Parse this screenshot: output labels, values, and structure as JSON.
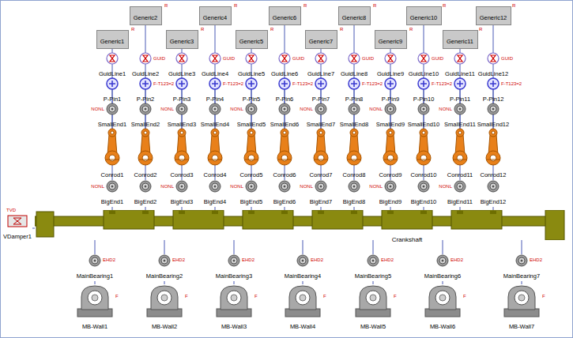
{
  "diagram": {
    "nodes": [
      {
        "text": [
          "Generic1"
        ]
      },
      {
        "text": [
          "Generic2"
        ]
      },
      {
        "text": [
          "Generic3"
        ]
      },
      {
        "text": [
          "Generic4"
        ]
      },
      {
        "text": [
          "Generic5"
        ]
      },
      {
        "text": [
          "Generic6"
        ]
      },
      {
        "text": [
          "Generic7"
        ]
      },
      {
        "text": [
          "Generic8"
        ]
      },
      {
        "text": [
          "Generic9"
        ]
      },
      {
        "text": [
          "Generic10"
        ]
      },
      {
        "text": [
          "Generic11"
        ]
      },
      {
        "text": [
          "Generic12"
        ]
      },
      {
        "text": [
          "GuidLine1"
        ]
      },
      {
        "text": [
          "GuidLine2"
        ]
      },
      {
        "text": [
          "GuidLine3"
        ]
      },
      {
        "text": [
          "GuidLine4"
        ]
      },
      {
        "text": [
          "GuidLine5"
        ]
      },
      {
        "text": [
          "GuidLine6"
        ]
      },
      {
        "text": [
          "GuidLine7"
        ]
      },
      {
        "text": [
          "GuidLine8"
        ]
      },
      {
        "text": [
          "GuidLine9"
        ]
      },
      {
        "text": [
          "GuidLine10"
        ]
      },
      {
        "text": [
          "GuidLine11"
        ]
      },
      {
        "text": [
          "GuidLine12"
        ]
      },
      {
        "text": [
          "P-Pin1"
        ]
      },
      {
        "text": [
          "P-Pin2"
        ]
      },
      {
        "text": [
          "P-Pin3"
        ]
      },
      {
        "text": [
          "P-Pin4"
        ]
      },
      {
        "text": [
          "P-Pin5"
        ]
      },
      {
        "text": [
          "P-Pin6"
        ]
      },
      {
        "text": [
          "P-Pin7"
        ]
      },
      {
        "text": [
          "P-Pin8"
        ]
      },
      {
        "text": [
          "P-Pin9"
        ]
      },
      {
        "text": [
          "P-Pin10"
        ]
      },
      {
        "text": [
          "P-Pin11"
        ]
      },
      {
        "text": [
          "P-Pin12"
        ]
      },
      {
        "text": [
          "SmallEnd1"
        ]
      },
      {
        "text": [
          "SmallEnd2"
        ]
      },
      {
        "text": [
          "SmallEnd3"
        ]
      },
      {
        "text": [
          "SmallEnd4"
        ]
      },
      {
        "text": [
          "SmallEnd5"
        ]
      },
      {
        "text": [
          "SmallEnd6"
        ]
      },
      {
        "text": [
          "SmallEnd7"
        ]
      },
      {
        "text": [
          "SmallEnd8"
        ]
      },
      {
        "text": [
          "SmallEnd9"
        ]
      },
      {
        "text": [
          "SmallEnd10"
        ]
      },
      {
        "text": [
          "SmallEnd11"
        ]
      },
      {
        "text": [
          "SmallEnd12"
        ]
      },
      {
        "text": [
          "Conrod1"
        ]
      },
      {
        "text": [
          "Conrod2"
        ]
      },
      {
        "text": [
          "Conrod3"
        ]
      },
      {
        "text": [
          "Conrod4"
        ]
      },
      {
        "text": [
          "Conrod5"
        ]
      },
      {
        "text": [
          "Conrod6"
        ]
      },
      {
        "text": [
          "Conrod7"
        ]
      },
      {
        "text": [
          "Conrod8"
        ]
      },
      {
        "text": [
          "Conrod9"
        ]
      },
      {
        "text": [
          "Conrod10"
        ]
      },
      {
        "text": [
          "Conrod11"
        ]
      },
      {
        "text": [
          "Conrod12"
        ]
      },
      {
        "text": [
          "BigEnd1"
        ]
      },
      {
        "text": [
          "BigEnd2"
        ]
      },
      {
        "text": [
          "BigEnd3"
        ]
      },
      {
        "text": [
          "BigEnd4"
        ]
      },
      {
        "text": [
          "BigEnd5"
        ]
      },
      {
        "text": [
          "BigEnd6"
        ]
      },
      {
        "text": [
          "BigEnd7"
        ]
      },
      {
        "text": [
          "BigEnd8"
        ]
      },
      {
        "text": [
          "BigEnd9"
        ]
      },
      {
        "text": [
          "BigEnd10"
        ]
      },
      {
        "text": [
          "BigEnd11"
        ]
      },
      {
        "text": [
          "BigEnd12"
        ]
      },
      {
        "text": [
          "VDamper1"
        ]
      },
      {
        "text": [
          "Crankshaft"
        ]
      },
      {
        "text": [
          "MainBearing1"
        ]
      },
      {
        "text": [
          "MainBearing2"
        ]
      },
      {
        "text": [
          "MainBearing3"
        ]
      },
      {
        "text": [
          "MainBearing4"
        ]
      },
      {
        "text": [
          "MainBearing5"
        ]
      },
      {
        "text": [
          "MainBearing6"
        ]
      },
      {
        "text": [
          "MainBearing7"
        ]
      },
      {
        "text": [
          "MB-Wall1"
        ]
      },
      {
        "text": [
          "MB-Wall2"
        ]
      },
      {
        "text": [
          "MB-Wall3"
        ]
      },
      {
        "text": [
          "MB-Wall4"
        ]
      },
      {
        "text": [
          "MB-Wall5"
        ]
      },
      {
        "text": [
          "MB-Wall6"
        ]
      },
      {
        "text": [
          "MB-Wall7"
        ]
      }
    ],
    "edges": [
      {
        "from": 0,
        "to": 12,
        "arrow": "none"
      },
      {
        "from": 12,
        "to": 24,
        "arrow": "none"
      },
      {
        "from": 24,
        "to": 36,
        "arrow": "none"
      },
      {
        "from": 36,
        "to": 48,
        "arrow": "none"
      },
      {
        "from": 48,
        "to": 60,
        "arrow": "none"
      },
      {
        "from": 60,
        "to": 73,
        "arrow": "none"
      },
      {
        "from": 1,
        "to": 13,
        "arrow": "none"
      },
      {
        "from": 13,
        "to": 25,
        "arrow": "none"
      },
      {
        "from": 25,
        "to": 37,
        "arrow": "none"
      },
      {
        "from": 37,
        "to": 49,
        "arrow": "none"
      },
      {
        "from": 49,
        "to": 61,
        "arrow": "none"
      },
      {
        "from": 61,
        "to": 73,
        "arrow": "none"
      },
      {
        "from": 2,
        "to": 14,
        "arrow": "none"
      },
      {
        "from": 14,
        "to": 26,
        "arrow": "none"
      },
      {
        "from": 26,
        "to": 38,
        "arrow": "none"
      },
      {
        "from": 38,
        "to": 50,
        "arrow": "none"
      },
      {
        "from": 50,
        "to": 62,
        "arrow": "none"
      },
      {
        "from": 62,
        "to": 73,
        "arrow": "none"
      },
      {
        "from": 3,
        "to": 15,
        "arrow": "none"
      },
      {
        "from": 15,
        "to": 27,
        "arrow": "none"
      },
      {
        "from": 27,
        "to": 39,
        "arrow": "none"
      },
      {
        "from": 39,
        "to": 51,
        "arrow": "none"
      },
      {
        "from": 51,
        "to": 63,
        "arrow": "none"
      },
      {
        "from": 63,
        "to": 73,
        "arrow": "none"
      },
      {
        "from": 4,
        "to": 16,
        "arrow": "none"
      },
      {
        "from": 16,
        "to": 28,
        "arrow": "none"
      },
      {
        "from": 28,
        "to": 40,
        "arrow": "none"
      },
      {
        "from": 40,
        "to": 52,
        "arrow": "none"
      },
      {
        "from": 52,
        "to": 64,
        "arrow": "none"
      },
      {
        "from": 64,
        "to": 73,
        "arrow": "none"
      },
      {
        "from": 5,
        "to": 17,
        "arrow": "none"
      },
      {
        "from": 17,
        "to": 29,
        "arrow": "none"
      },
      {
        "from": 29,
        "to": 41,
        "arrow": "none"
      },
      {
        "from": 41,
        "to": 53,
        "arrow": "none"
      },
      {
        "from": 53,
        "to": 65,
        "arrow": "none"
      },
      {
        "from": 65,
        "to": 73,
        "arrow": "none"
      },
      {
        "from": 6,
        "to": 18,
        "arrow": "none"
      },
      {
        "from": 18,
        "to": 30,
        "arrow": "none"
      },
      {
        "from": 30,
        "to": 42,
        "arrow": "none"
      },
      {
        "from": 42,
        "to": 54,
        "arrow": "none"
      },
      {
        "from": 54,
        "to": 66,
        "arrow": "none"
      },
      {
        "from": 66,
        "to": 73,
        "arrow": "none"
      },
      {
        "from": 7,
        "to": 19,
        "arrow": "none"
      },
      {
        "from": 19,
        "to": 31,
        "arrow": "none"
      },
      {
        "from": 31,
        "to": 43,
        "arrow": "none"
      },
      {
        "from": 43,
        "to": 55,
        "arrow": "none"
      },
      {
        "from": 55,
        "to": 67,
        "arrow": "none"
      },
      {
        "from": 67,
        "to": 73,
        "arrow": "none"
      },
      {
        "from": 8,
        "to": 20,
        "arrow": "none"
      },
      {
        "from": 20,
        "to": 32,
        "arrow": "none"
      },
      {
        "from": 32,
        "to": 44,
        "arrow": "none"
      },
      {
        "from": 44,
        "to": 56,
        "arrow": "none"
      },
      {
        "from": 56,
        "to": 68,
        "arrow": "none"
      },
      {
        "from": 68,
        "to": 73,
        "arrow": "none"
      },
      {
        "from": 9,
        "to": 21,
        "arrow": "none"
      },
      {
        "from": 21,
        "to": 33,
        "arrow": "none"
      },
      {
        "from": 33,
        "to": 45,
        "arrow": "none"
      },
      {
        "from": 45,
        "to": 57,
        "arrow": "none"
      },
      {
        "from": 57,
        "to": 69,
        "arrow": "none"
      },
      {
        "from": 69,
        "to": 73,
        "arrow": "none"
      },
      {
        "from": 10,
        "to": 22,
        "arrow": "none"
      },
      {
        "from": 22,
        "to": 34,
        "arrow": "none"
      },
      {
        "from": 34,
        "to": 46,
        "arrow": "none"
      },
      {
        "from": 46,
        "to": 58,
        "arrow": "none"
      },
      {
        "from": 58,
        "to": 70,
        "arrow": "none"
      },
      {
        "from": 70,
        "to": 73,
        "arrow": "none"
      },
      {
        "from": 11,
        "to": 23,
        "arrow": "none"
      },
      {
        "from": 23,
        "to": 35,
        "arrow": "none"
      },
      {
        "from": 35,
        "to": 47,
        "arrow": "none"
      },
      {
        "from": 47,
        "to": 59,
        "arrow": "none"
      },
      {
        "from": 59,
        "to": 71,
        "arrow": "none"
      },
      {
        "from": 71,
        "to": 73,
        "arrow": "none"
      },
      {
        "from": 72,
        "to": 73,
        "arrow": "none"
      },
      {
        "from": 73,
        "to": 74,
        "arrow": "none"
      },
      {
        "from": 73,
        "to": 75,
        "arrow": "none"
      },
      {
        "from": 73,
        "to": 76,
        "arrow": "none"
      },
      {
        "from": 73,
        "to": 77,
        "arrow": "none"
      },
      {
        "from": 73,
        "to": 78,
        "arrow": "none"
      },
      {
        "from": 73,
        "to": 79,
        "arrow": "none"
      },
      {
        "from": 73,
        "to": 80,
        "arrow": "none"
      },
      {
        "from": 74,
        "to": 81,
        "arrow": "none"
      },
      {
        "from": 75,
        "to": 82,
        "arrow": "none"
      },
      {
        "from": 76,
        "to": 83,
        "arrow": "none"
      },
      {
        "from": 77,
        "to": 84,
        "arrow": "none"
      },
      {
        "from": 78,
        "to": 85,
        "arrow": "none"
      },
      {
        "from": 79,
        "to": 86,
        "arrow": "none"
      },
      {
        "from": 80,
        "to": 87,
        "arrow": "none"
      }
    ],
    "labels": [
      "R",
      "R",
      "R",
      "R",
      "R",
      "R",
      "R",
      "R",
      "R",
      "R",
      "R",
      "R",
      "GUID",
      "GUID",
      "GUID",
      "GUID",
      "GUID",
      "GUID",
      "F-T123=2",
      "F-T123=2",
      "F-T123=2",
      "F-T123=2",
      "F-T123=2",
      "F-T123=2",
      "NONL",
      "NONL",
      "NONL",
      "NONL",
      "NONL",
      "NONL",
      "NONL",
      "NONL",
      "NONL",
      "NONL",
      "NONL",
      "NONL",
      "TVD",
      "EHD2",
      "EHD2",
      "EHD2",
      "EHD2",
      "EHD2",
      "EHD2",
      "EHD2",
      "F",
      "F",
      "F",
      "F",
      "F",
      "F",
      "F"
    ]
  }
}
